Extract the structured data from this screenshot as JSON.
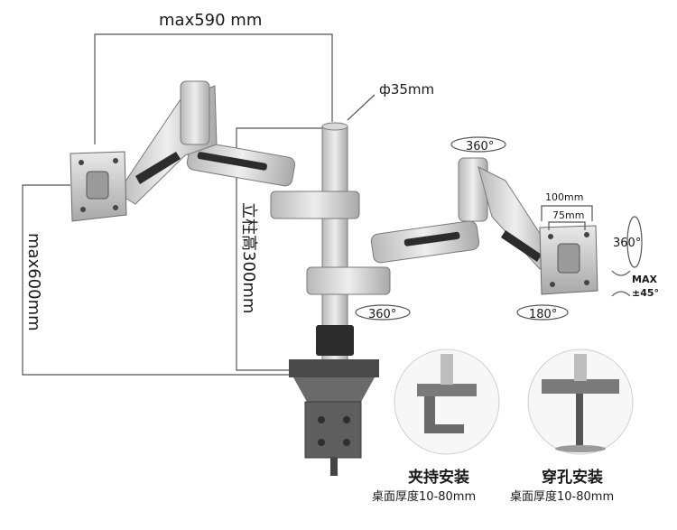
{
  "dimensions": {
    "arm_reach": "max590 mm",
    "pole_diameter": "ф35mm",
    "pole_height": "立柱高300mm",
    "max_height": "max600mm",
    "vesa_outer": "100mm",
    "vesa_inner": "75mm"
  },
  "rotations": {
    "arm_top": "360°",
    "arm_base": "360°",
    "head_swivel": "180°",
    "head_rotate": "360°",
    "tilt_label": "MAX",
    "tilt_value": "±45°"
  },
  "installs": [
    {
      "title": "夹持安装",
      "subtitle": "桌面厚度10-80mm"
    },
    {
      "title": "穿孔安装",
      "subtitle": "桌面厚度10-80mm"
    }
  ]
}
